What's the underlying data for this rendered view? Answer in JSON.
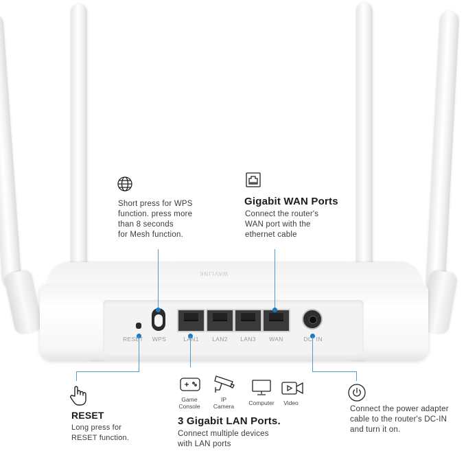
{
  "wps": {
    "description_lines": [
      "Short press for WPS",
      "function. press more",
      "than 8 seconds",
      "for Mesh function."
    ]
  },
  "wan": {
    "title": "Gigabit WAN Ports",
    "description_lines": [
      "Connect the router's",
      "WAN port with the",
      "ethernet cable"
    ]
  },
  "reset": {
    "title": "RESET",
    "description_lines": [
      "Long press for",
      "RESET function."
    ]
  },
  "lan": {
    "title": "3 Gigabit LAN Ports.",
    "description_lines": [
      "Connect multiple devices",
      "with LAN ports"
    ],
    "devices": [
      {
        "label_lines": [
          "Game",
          "Console"
        ],
        "icon": "gamepad-icon"
      },
      {
        "label_lines": [
          "IP",
          "Camera"
        ],
        "icon": "camera-icon"
      },
      {
        "label_lines": [
          "Computer"
        ],
        "icon": "monitor-icon"
      },
      {
        "label_lines": [
          "Video"
        ],
        "icon": "video-icon"
      }
    ]
  },
  "power": {
    "description_lines": [
      "Connect the power adapter",
      "cable to the router's DC-IN",
      "and turn it on."
    ]
  },
  "router": {
    "brand": "WAVLINK",
    "port_labels": [
      "RESET",
      "WPS",
      "LAN1",
      "LAN2",
      "LAN3",
      "WAN",
      "DC  IN"
    ]
  },
  "colors": {
    "accent": "#1e7ac0",
    "line": "#4a9bd2"
  }
}
